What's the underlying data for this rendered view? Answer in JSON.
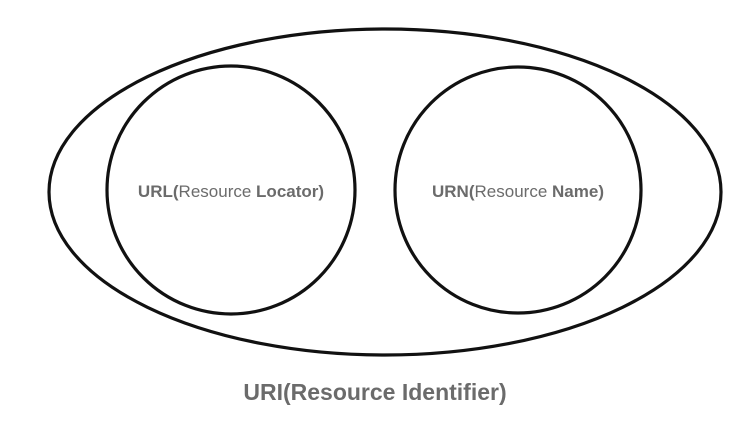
{
  "diagram": {
    "outer": {
      "label": "URI(Resource Identifier)"
    },
    "left_circle": {
      "acronym": "URL",
      "open_paren": "(",
      "word1": "Resource",
      "word2": "Locator",
      "close_paren": ")"
    },
    "right_circle": {
      "acronym": "URN",
      "open_paren": "(",
      "word1": "Resource",
      "word2": "Name",
      "close_paren": ")"
    },
    "stroke_color": "#111111",
    "text_color": "#6b6b6b"
  }
}
